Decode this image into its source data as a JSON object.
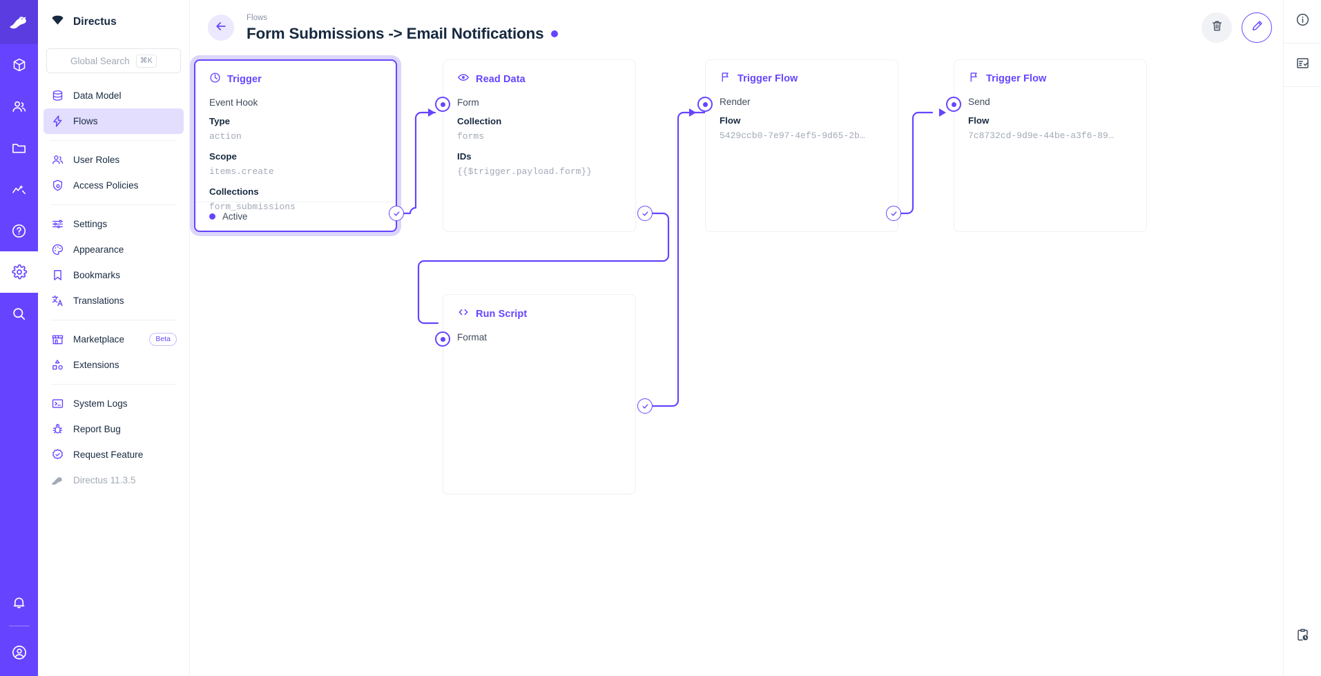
{
  "rail": {
    "logo_icon": "directus-rabbit-logo",
    "items": [
      {
        "name": "content",
        "icon": "box-icon",
        "active": false
      },
      {
        "name": "users",
        "icon": "users-icon",
        "active": false
      },
      {
        "name": "files",
        "icon": "folder-icon",
        "active": false
      },
      {
        "name": "insights",
        "icon": "insights-chart-icon",
        "active": false
      },
      {
        "name": "docs",
        "icon": "question-circle-icon",
        "active": false
      },
      {
        "name": "settings",
        "icon": "gear-icon",
        "active": true
      },
      {
        "name": "search",
        "icon": "search-icon",
        "active": false
      }
    ],
    "bottom": [
      {
        "name": "notifications",
        "icon": "bell-icon"
      },
      {
        "name": "account",
        "icon": "account-circle-icon"
      }
    ]
  },
  "nav": {
    "brand": "Directus",
    "brand_icon": "directus-diamond-icon",
    "search": {
      "placeholder": "Global Search",
      "shortcut": "⌘K"
    },
    "groups": [
      {
        "items": [
          {
            "label": "Data Model",
            "icon": "database-icon",
            "active": false
          },
          {
            "label": "Flows",
            "icon": "bolt-icon",
            "active": true
          }
        ]
      },
      {
        "items": [
          {
            "label": "User Roles",
            "icon": "users-icon",
            "active": false
          },
          {
            "label": "Access Policies",
            "icon": "shield-lock-icon",
            "active": false
          }
        ]
      },
      {
        "items": [
          {
            "label": "Settings",
            "icon": "sliders-icon",
            "active": false
          },
          {
            "label": "Appearance",
            "icon": "palette-icon",
            "active": false
          },
          {
            "label": "Bookmarks",
            "icon": "bookmark-icon",
            "active": false
          },
          {
            "label": "Translations",
            "icon": "translate-icon",
            "active": false
          }
        ]
      },
      {
        "items": [
          {
            "label": "Marketplace",
            "icon": "storefront-icon",
            "active": false,
            "badge": "Beta"
          },
          {
            "label": "Extensions",
            "icon": "extensions-icon",
            "active": false
          }
        ]
      },
      {
        "items": [
          {
            "label": "System Logs",
            "icon": "terminal-icon",
            "active": false
          },
          {
            "label": "Report Bug",
            "icon": "bug-icon",
            "active": false
          },
          {
            "label": "Request Feature",
            "icon": "check-seal-icon",
            "active": false
          },
          {
            "label": "Directus 11.3.5",
            "icon": "directus-rabbit-icon",
            "active": false,
            "muted": true
          }
        ]
      }
    ]
  },
  "header": {
    "back_icon": "arrow-left-icon",
    "breadcrumb": "Flows",
    "title": "Form Submissions -> Email Notifications",
    "status_dot_color": "#6644ff",
    "actions": [
      {
        "name": "delete-flow-button",
        "icon": "trash-icon"
      },
      {
        "name": "edit-flow-button",
        "icon": "pencil-icon"
      }
    ]
  },
  "right_rail": {
    "items": [
      {
        "name": "flow-info-button",
        "icon": "info-circle-icon"
      },
      {
        "name": "flow-logs-button",
        "icon": "list-check-icon"
      }
    ],
    "bottom": [
      {
        "name": "activity-log-button",
        "icon": "clipboard-clock-icon"
      }
    ]
  },
  "flow": {
    "nodes": [
      {
        "id": "trigger",
        "type": "Trigger",
        "type_icon": "trigger-play-icon",
        "subtitle": "Event Hook",
        "selected": true,
        "fields": [
          {
            "key": "Type",
            "value": "action"
          },
          {
            "key": "Scope",
            "value": "items.create"
          },
          {
            "key": "Collections",
            "value": "form_submissions"
          }
        ],
        "footer": {
          "label": "Active",
          "dot_color": "#6644ff"
        }
      },
      {
        "id": "read-data",
        "type": "Read Data",
        "type_icon": "eye-icon",
        "subtitle": "Form",
        "selected": false,
        "fields": [
          {
            "key": "Collection",
            "value": "forms"
          },
          {
            "key": "IDs",
            "value": "{{$trigger.payload.form}}"
          }
        ]
      },
      {
        "id": "run-script",
        "type": "Run Script",
        "type_icon": "code-brackets-icon",
        "subtitle": "Format",
        "selected": false,
        "fields": []
      },
      {
        "id": "trigger-flow-render",
        "type": "Trigger Flow",
        "type_icon": "flag-icon",
        "subtitle": "Render",
        "selected": false,
        "fields": [
          {
            "key": "Flow",
            "value": "5429ccb0-7e97-4ef5-9d65-2b…"
          }
        ]
      },
      {
        "id": "trigger-flow-send",
        "type": "Trigger Flow",
        "type_icon": "flag-icon",
        "subtitle": "Send",
        "selected": false,
        "fields": [
          {
            "key": "Flow",
            "value": "7c8732cd-9d9e-44be-a3f6-89…"
          }
        ]
      }
    ],
    "accent": "#6644ff"
  }
}
